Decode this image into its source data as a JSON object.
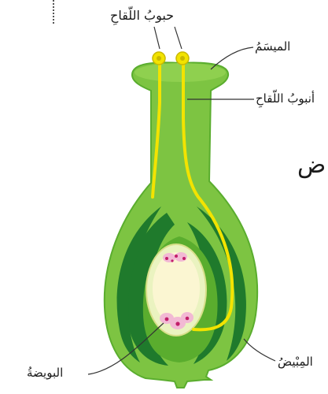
{
  "labels": {
    "pollen_grains": "حبوبُ اللّقاحِ",
    "stigma": "الميسَمُ",
    "pollen_tube": "أنبوبُ اللّقاحِ",
    "ovary": "المِبْيضُ",
    "ovule": "البويضةُ",
    "partial_text": "ض"
  },
  "colors": {
    "light_green": "#7dc442",
    "mid_green": "#5aad2e",
    "dark_green": "#1f7a2c",
    "pollen_yellow": "#f2e300",
    "ovule_cream": "#fbf6d2",
    "nuclei_pink": "#f2b9d4",
    "nuclei_dot": "#c21f6a",
    "leader_line": "#333333"
  }
}
